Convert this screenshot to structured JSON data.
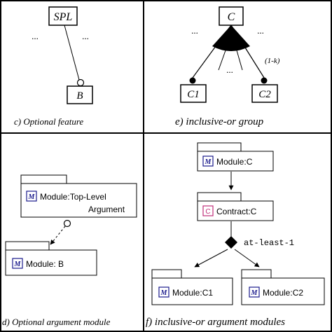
{
  "panels": {
    "c": {
      "caption": "c) Optional feature",
      "parent_label": "SPL",
      "child_label": "B",
      "ellipsis_left": "...",
      "ellipsis_right": "..."
    },
    "e": {
      "caption": "e) inclusive-or group",
      "parent_label": "C",
      "child1_label": "C1",
      "child2_label": "C2",
      "cardinality": "(1-k)",
      "ellipsis_left": "...",
      "ellipsis_right": "...",
      "ellipsis_middle": "..."
    },
    "d": {
      "caption": "d) Optional argument module",
      "module_top_prefix": "Module:",
      "module_top_line1": "Top-Level",
      "module_top_line2": "Argument",
      "module_b": "Module: B"
    },
    "f": {
      "caption": "f) inclusive-or argument modules",
      "module_c": "Module:C",
      "contract_c": "Contract:C",
      "choice_label": "at-least-1",
      "module_c1": "Module:C1",
      "module_c2": "Module:C2"
    }
  },
  "icons": {
    "module_glyph": "M",
    "contract_glyph": "C",
    "module_icon_color": "#1a1a8c",
    "contract_icon_color": "#c0307a"
  }
}
